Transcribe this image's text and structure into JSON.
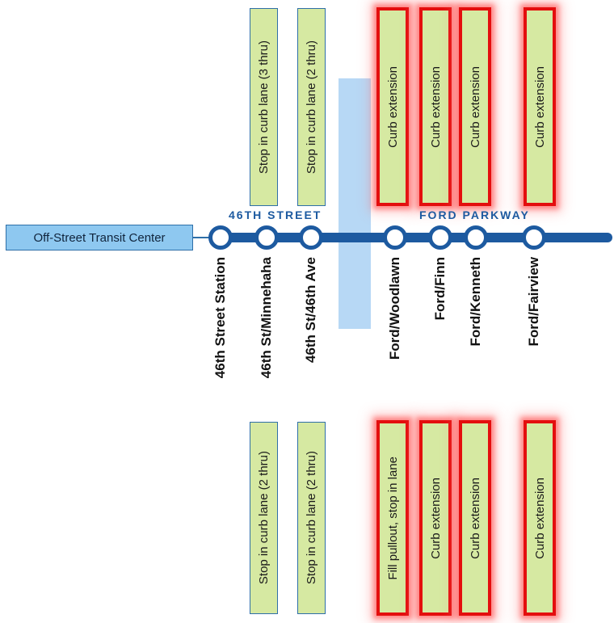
{
  "transit_center": {
    "label": "Off-Street Transit Center"
  },
  "streets": {
    "street_46": "46TH STREET",
    "ford_parkway": "FORD PARKWAY"
  },
  "stops": [
    {
      "name": "46th Street Station",
      "top_treatment": "",
      "bottom_treatment": ""
    },
    {
      "name": "46th St/Minnehaha",
      "top_treatment": "Stop in curb lane (3 thru)",
      "bottom_treatment": "Stop in curb lane (2 thru)"
    },
    {
      "name": "46th St/46th Ave",
      "top_treatment": "Stop in curb lane (2 thru)",
      "bottom_treatment": "Stop in curb lane (2 thru)"
    },
    {
      "name": "Ford/Woodlawn",
      "top_treatment": "Curb extension",
      "bottom_treatment": "Fill pullout, stop in lane"
    },
    {
      "name": "Ford/Finn",
      "top_treatment": "Curb extension",
      "bottom_treatment": "Curb extension"
    },
    {
      "name": "Ford/Kenneth",
      "top_treatment": "Curb extension",
      "bottom_treatment": "Curb extension"
    },
    {
      "name": "Ford/Fairview",
      "top_treatment": "Curb extension",
      "bottom_treatment": "Curb extension"
    }
  ],
  "colors": {
    "route_line": "#1d5aa0",
    "treatment_fill": "#d6e9a2",
    "highlight_border": "#e40e0e",
    "transit_center_fill": "#8ec8f0"
  }
}
